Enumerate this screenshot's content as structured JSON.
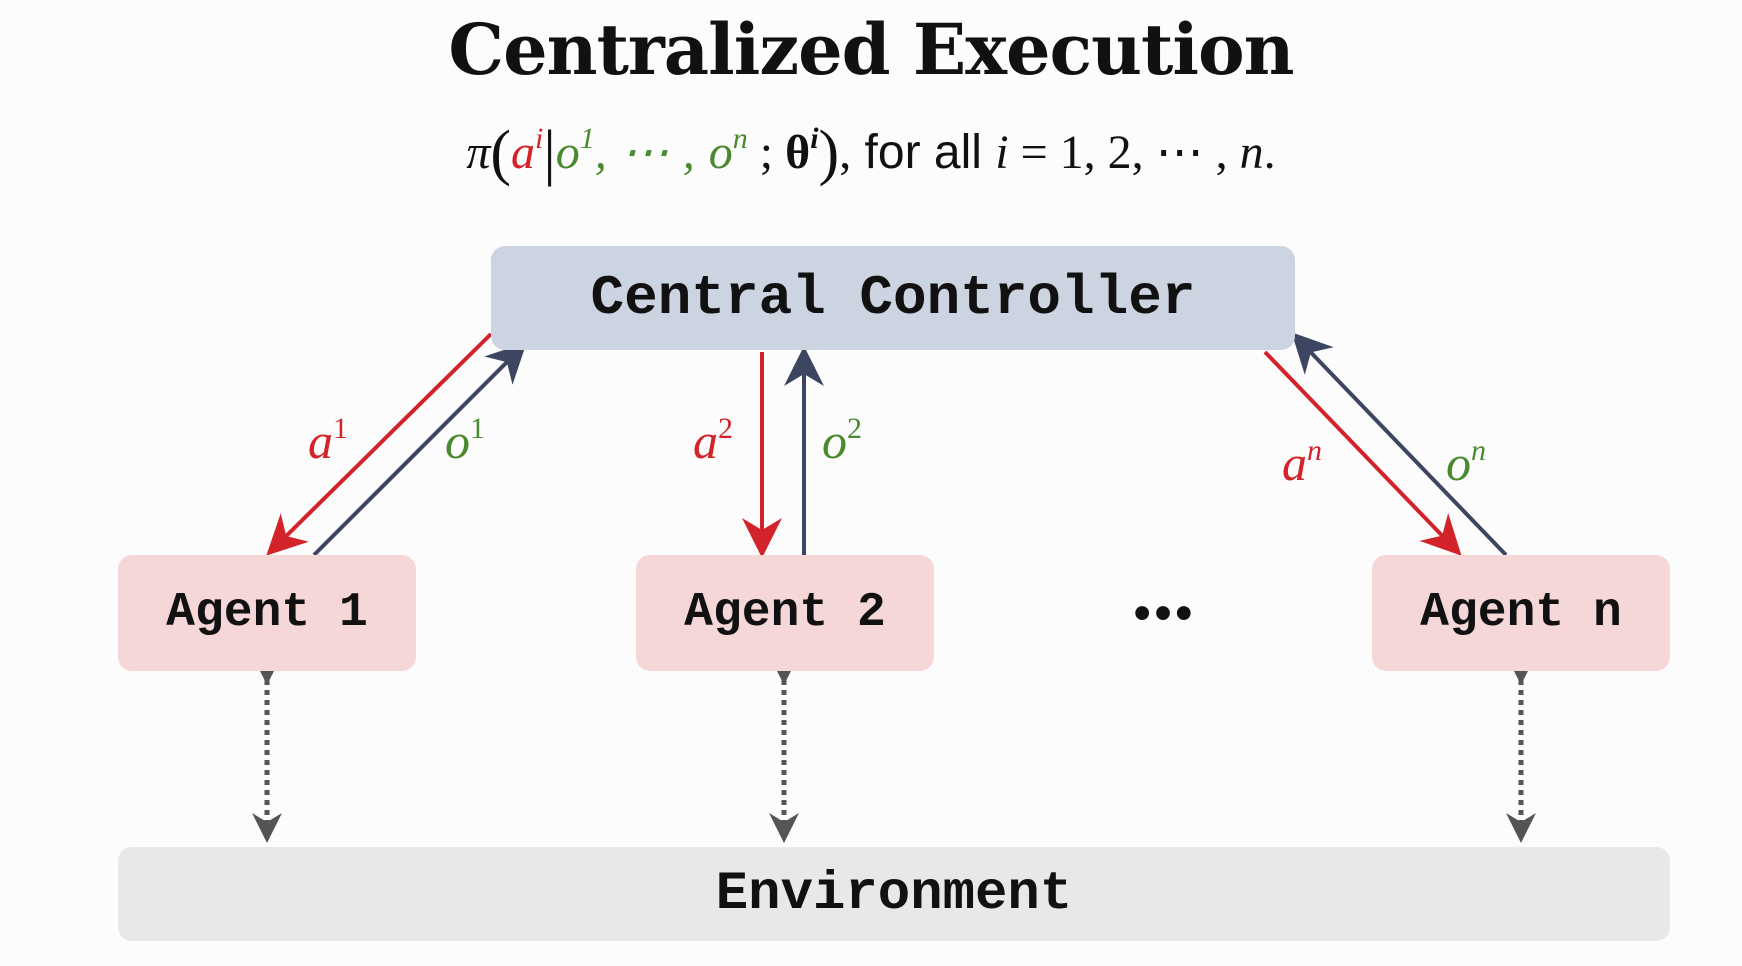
{
  "title": "Centralized Execution",
  "formula": {
    "pi": "π",
    "open": "(",
    "a": "a",
    "a_sup": "i",
    "bar": "|",
    "o1": "o",
    "o1_sup": "1",
    "sep": ", ⋯ , ",
    "on": "o",
    "on_sup": "n",
    "semicolon": " ; ",
    "theta": "θ",
    "theta_sup": "i",
    "close": ")",
    "comma": ",",
    "text": " for all ",
    "i": "i",
    "eq": " = 1, 2, ⋯ , ",
    "n": "n",
    "end": "."
  },
  "nodes": {
    "controller": "Central Controller",
    "agent1": "Agent 1",
    "agent2": "Agent 2",
    "ellipsis": "•••",
    "agentn": "Agent n",
    "environment": "Environment"
  },
  "edge_labels": {
    "a1": {
      "base": "a",
      "sup": "1"
    },
    "o1": {
      "base": "o",
      "sup": "1"
    },
    "a2": {
      "base": "a",
      "sup": "2"
    },
    "o2": {
      "base": "o",
      "sup": "2"
    },
    "an": {
      "base": "a",
      "sup": "n"
    },
    "on": {
      "base": "o",
      "sup": "n"
    }
  },
  "colors": {
    "action": "#d2232a",
    "observation": "#3c4661",
    "label_obs": "#4a8a2e",
    "env_link": "#555555"
  }
}
